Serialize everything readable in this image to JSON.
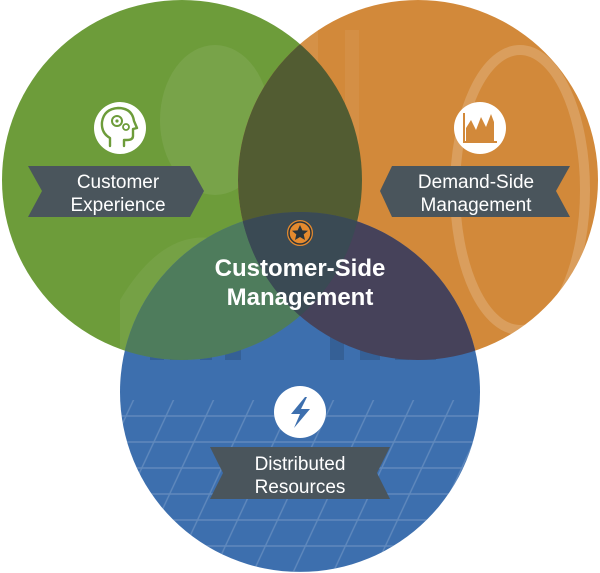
{
  "colors": {
    "green": "#6d9c3a",
    "orange": "#d2893a",
    "blue": "#3d6fae",
    "overlap_green_orange": "#525c32",
    "overlap_green_blue": "#4e7c5c",
    "overlap_orange_blue": "#46425a",
    "center": "#3a4a54",
    "ribbon": "#4a555c",
    "icon_bg": "#ffffff",
    "star_badge": "#e58a2e"
  },
  "circles": [
    {
      "id": "customer-experience",
      "label_line1": "Customer",
      "label_line2": "Experience",
      "icon": "head-gears-icon"
    },
    {
      "id": "demand-side",
      "label_line1": "Demand-Side",
      "label_line2": "Management",
      "icon": "bar-chart-icon"
    },
    {
      "id": "distributed",
      "label_line1": "Distributed",
      "label_line2": "Resources",
      "icon": "lightning-bolt-icon"
    }
  ],
  "center": {
    "line1": "Customer-Side",
    "line2": "Management",
    "icon": "star-icon"
  }
}
